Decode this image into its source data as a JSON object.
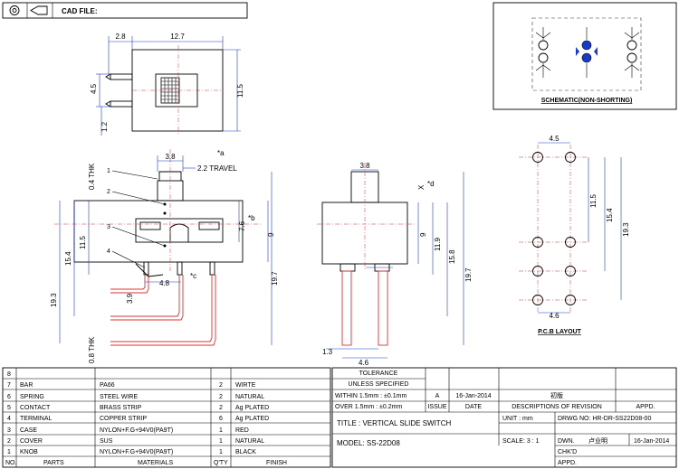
{
  "title_block": {
    "cad_file_label": "CAD FILE:",
    "tolerance_label": "TOLERANCE",
    "unless_specified": "UNLESS   SPECIFIED",
    "tol_within": "WITHIN 1.5mm : ±0.1mm",
    "tol_over": "OVER 1.5mm : ±0.2mm",
    "rev_letter": "A",
    "rev_date": "16-Jan-2014",
    "rev_desc": "初版",
    "issue_label": "ISSUE",
    "date_label": "DATE",
    "desc_label": "DESCRIPTIONS OF REVISION",
    "appd_label": "APPD.",
    "title": "TITLE :  VERTICAL SLIDE SWITCH",
    "unit": "UNIT :   mm",
    "drwg_no": "DRWG NO: HR-DR-SS22D08-00",
    "model": "MODEL:   SS-22D08",
    "scale": "SCALE:  3 : 1",
    "dwn_label": "DWN.",
    "dwn_name": "卢业明",
    "dwn_date": "16-Jan-2014",
    "chkd_label": "CHK'D",
    "appd2_label": "APPD."
  },
  "bom": {
    "headers": {
      "no": "NO.",
      "parts": "PARTS",
      "materials": "MATERIALS",
      "qty": "Q'TY",
      "finish": "FINISH"
    },
    "row8": "8",
    "rows": [
      {
        "no": "7",
        "part": "BAR",
        "material": "PA66",
        "qty": "2",
        "finish": "WIRTE"
      },
      {
        "no": "6",
        "part": "SPRING",
        "material": "STEEL WIRE",
        "qty": "2",
        "finish": "NATURAL"
      },
      {
        "no": "5",
        "part": "CONTACT",
        "material": "BRASS STRIP",
        "qty": "2",
        "finish": "Ag PLATED"
      },
      {
        "no": "4",
        "part": "TERMINAL",
        "material": "COPPER STRIP",
        "qty": "6",
        "finish": "Ag PLATED"
      },
      {
        "no": "3",
        "part": "CASE",
        "material": "NYLON+F.G+94V0(PA9T)",
        "qty": "1",
        "finish": "RED"
      },
      {
        "no": "2",
        "part": "COVER",
        "material": "SUS",
        "qty": "1",
        "finish": "NATURAL"
      },
      {
        "no": "1",
        "part": "KNOB",
        "material": "NYLON+F.G+94V0(PA9T)",
        "qty": "1",
        "finish": "BLACK"
      }
    ]
  },
  "drawing": {
    "schematic_label": "SCHEMATIC(NON-SHORTING)",
    "pcb_label": "P.C.B  LAYOUT",
    "travel_label": "2.2  TRAVEL",
    "note_a": "*a",
    "note_b": "*b",
    "note_c": "*c",
    "note_d": "*d",
    "thk_top": "0.4 THK",
    "thk_bottom": "0.8 THK",
    "callouts": [
      "1",
      "2",
      "3",
      "4"
    ],
    "dims": {
      "top_2_8": "2.8",
      "top_12_7": "12.7",
      "top_4_5": "4.5",
      "top_11_5": "11.5",
      "top_1_2": "1.2",
      "front_3_8": "3.8",
      "front_7_6": "7.6",
      "front_9": "9",
      "front_11_5": "11.5",
      "front_15_4": "15.4",
      "front_19_3": "19.3",
      "front_19_7": "19.7",
      "front_4_8": "4.8",
      "front_3_9": "3.9",
      "side_3_8": "3.8",
      "side_x": "X",
      "side_9": "9",
      "side_11_9": "11.9",
      "side_15_8": "15.8",
      "side_19_7": "19.7",
      "side_1_3": "1.3",
      "side_4_6": "4.6",
      "pcb_4_5": "4.5",
      "pcb_11_5": "11.5",
      "pcb_15_4": "15.4",
      "pcb_19_3": "19.3",
      "pcb_4_6": "4.6"
    }
  }
}
